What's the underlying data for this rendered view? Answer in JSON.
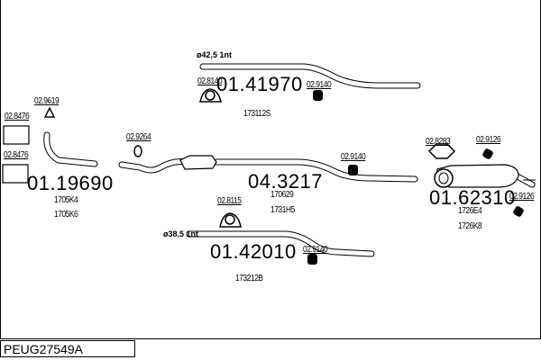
{
  "diagram_code": "PEUG27549A",
  "parts": {
    "rear_pipe_top": {
      "number": "01.41970",
      "diameter": "ø42,5 1nt",
      "ref": "173112S",
      "gasket": "02.8140",
      "hanger": "02.9140"
    },
    "front_pipe": {
      "number": "01.19690",
      "refs": [
        "1705K4",
        "1705K6"
      ],
      "gasket": "02.9619",
      "kit_1": "02.8476",
      "kit_2": "02.8476"
    },
    "middle_section": {
      "number": "04.3217",
      "refs": [
        "170629",
        "1731H5"
      ],
      "ring": "02.9264",
      "hanger": "02.9140"
    },
    "rear_silencer": {
      "number": "01.62310",
      "refs": [
        "1726E4",
        "1726K8"
      ],
      "clamp": "02.8283",
      "hanger_1": "02.9126",
      "hanger_2": "02.9126"
    },
    "rear_pipe_bottom": {
      "number": "01.42010",
      "diameter": "ø38,5 1nt",
      "ref": "173212B",
      "gasket": "02.8115",
      "hanger": "02.9140"
    }
  }
}
